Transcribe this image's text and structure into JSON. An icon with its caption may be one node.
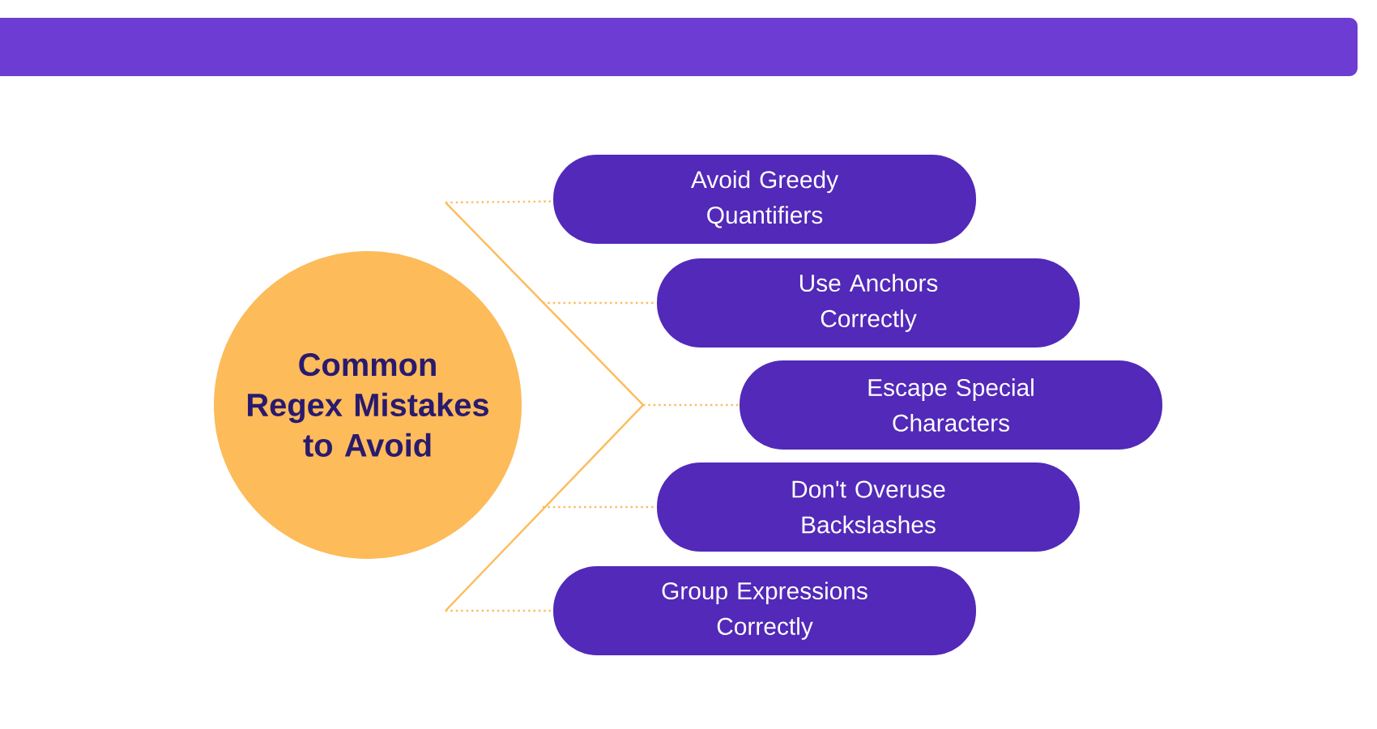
{
  "diagram": {
    "nodes": [
      {
        "text": [
          "Common Regex Mistakes to Avoid"
        ]
      },
      {
        "text": [
          "Avoid Greedy Quantifiers"
        ]
      },
      {
        "text": [
          "Use Anchors Correctly"
        ]
      },
      {
        "text": [
          "Escape Special Characters"
        ]
      },
      {
        "text": [
          "Don't Overuse Backslashes"
        ]
      },
      {
        "text": [
          "Group Expressions Correctly"
        ]
      }
    ],
    "edges": [
      {
        "from": null,
        "to": 1,
        "arrow": "none",
        "style": "dashed"
      },
      {
        "from": null,
        "to": 2,
        "arrow": "none",
        "style": "dashed"
      },
      {
        "from": null,
        "to": 3,
        "arrow": "none",
        "style": "dashed"
      },
      {
        "from": null,
        "to": 4,
        "arrow": "none",
        "style": "dashed"
      },
      {
        "from": null,
        "to": 5,
        "arrow": "none",
        "style": "dashed"
      }
    ]
  }
}
